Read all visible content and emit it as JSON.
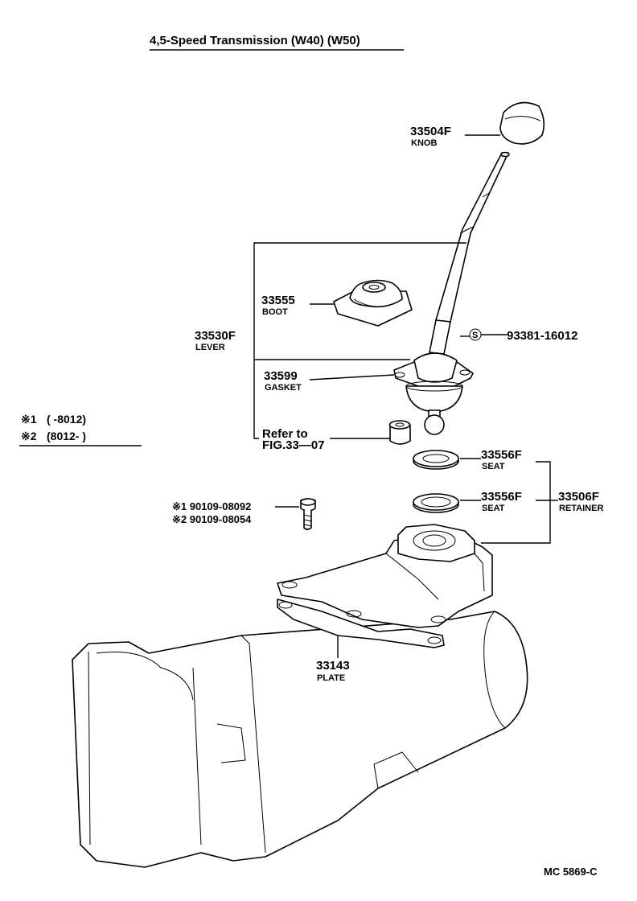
{
  "title": "4,5-Speed Transmission (W40) (W50)",
  "footer_code": "MC  5869-C",
  "notes": {
    "n1_mark": "※1",
    "n1_text": "(        -8012)",
    "n2_mark": "※2",
    "n2_text": "(8012-         )"
  },
  "parts": {
    "knob": {
      "number": "33504F",
      "name": "KNOB"
    },
    "boot": {
      "number": "33555",
      "name": "BOOT"
    },
    "lever": {
      "number": "33530F",
      "name": "LEVER"
    },
    "gasket": {
      "number": "33599",
      "name": "GASKET"
    },
    "refer_line1": "Refer  to",
    "refer_line2": "FIG.33—07",
    "std_mark": "S",
    "std_number": "93381-16012",
    "seat1": {
      "number": "33556F",
      "name": "SEAT"
    },
    "seat2": {
      "number": "33556F",
      "name": "SEAT"
    },
    "retainer": {
      "number": "33506F",
      "name": "RETAINER"
    },
    "bolt1": "※1 90109-08092",
    "bolt2": "※2 90109-08054",
    "plate": {
      "number": "33143",
      "name": "PLATE"
    }
  }
}
